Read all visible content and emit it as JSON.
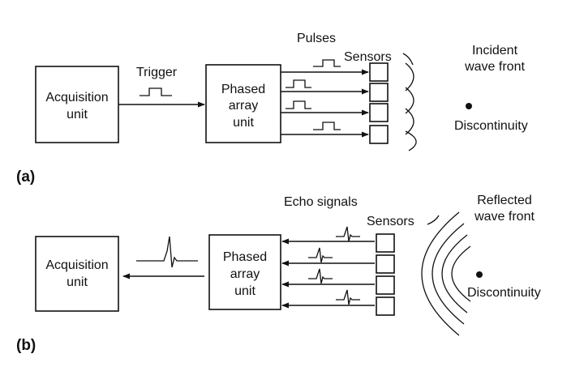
{
  "panel_a": {
    "tag": "(a)",
    "acquisition": [
      "Acquisition",
      "unit"
    ],
    "trigger": "Trigger",
    "phased": [
      "Phased",
      "array",
      "unit"
    ],
    "pulses": "Pulses",
    "sensors": "Sensors",
    "incident": [
      "Incident",
      "wave front"
    ],
    "discontinuity": "Discontinuity"
  },
  "panel_b": {
    "tag": "(b)",
    "acquisition": [
      "Acquisition",
      "unit"
    ],
    "phased": [
      "Phased",
      "array",
      "unit"
    ],
    "echo": "Echo signals",
    "sensors": "Sensors",
    "reflected": [
      "Reflected",
      "wave front"
    ],
    "discontinuity": "Discontinuity"
  },
  "sensor_count": 4
}
